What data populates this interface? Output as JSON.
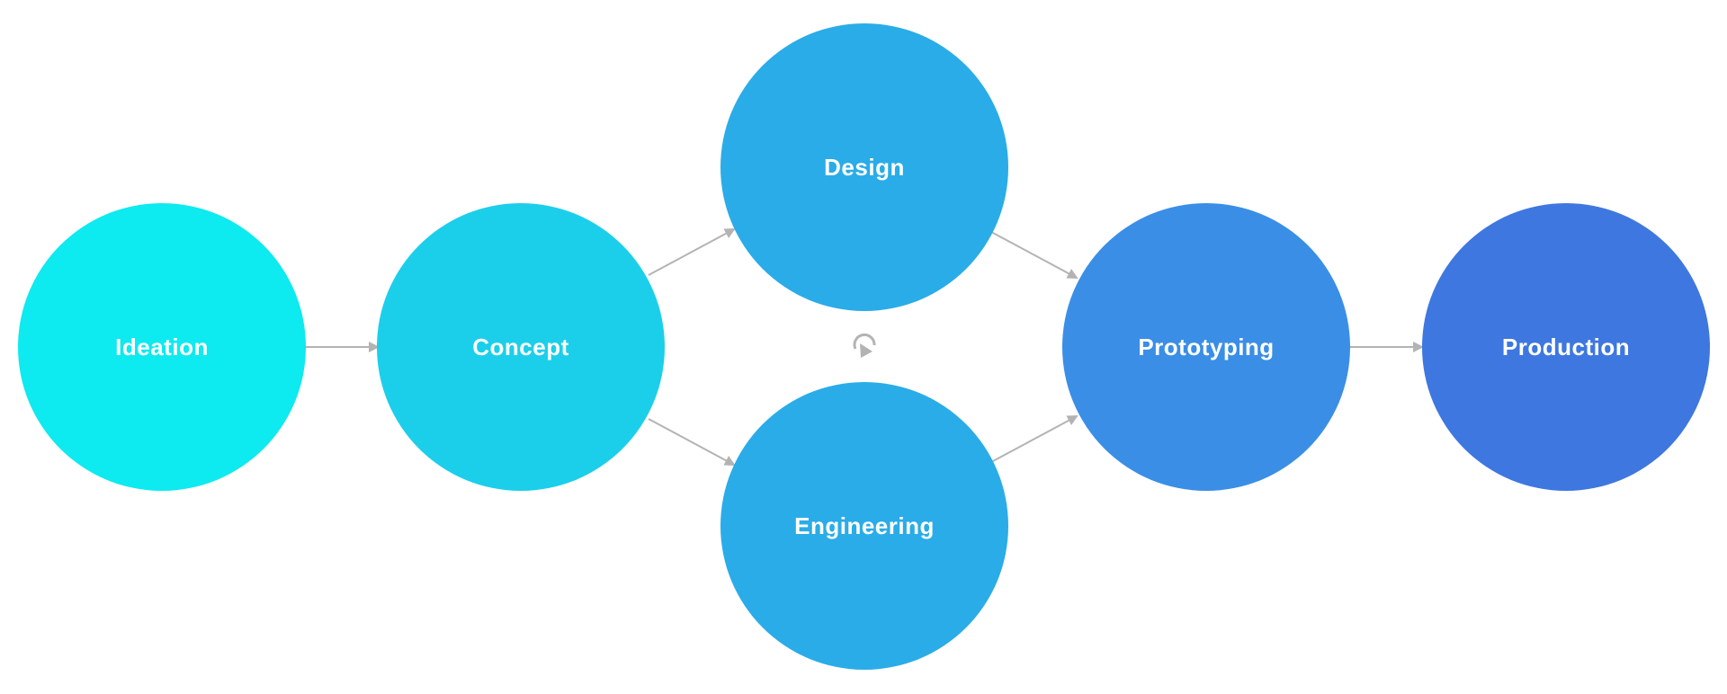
{
  "nodes": [
    {
      "id": "ideation",
      "label": "Ideation",
      "color": "#0DEAF0"
    },
    {
      "id": "concept",
      "label": "Concept",
      "color": "#1BCFEB"
    },
    {
      "id": "design",
      "label": "Design",
      "color": "#2AACE8"
    },
    {
      "id": "engineering",
      "label": "Engineering",
      "color": "#2AACE8"
    },
    {
      "id": "prototyping",
      "label": "Prototyping",
      "color": "#3A8EE6"
    },
    {
      "id": "production",
      "label": "Production",
      "color": "#3E77DF"
    }
  ],
  "edges": [
    {
      "from": "ideation",
      "to": "concept"
    },
    {
      "from": "concept",
      "to": "design"
    },
    {
      "from": "concept",
      "to": "engineering"
    },
    {
      "from": "design",
      "to": "prototyping"
    },
    {
      "from": "engineering",
      "to": "prototyping"
    },
    {
      "from": "prototyping",
      "to": "production"
    }
  ],
  "icons": {
    "cycle": "refresh-icon"
  },
  "colors": {
    "arrow": "#B3B3B3"
  }
}
